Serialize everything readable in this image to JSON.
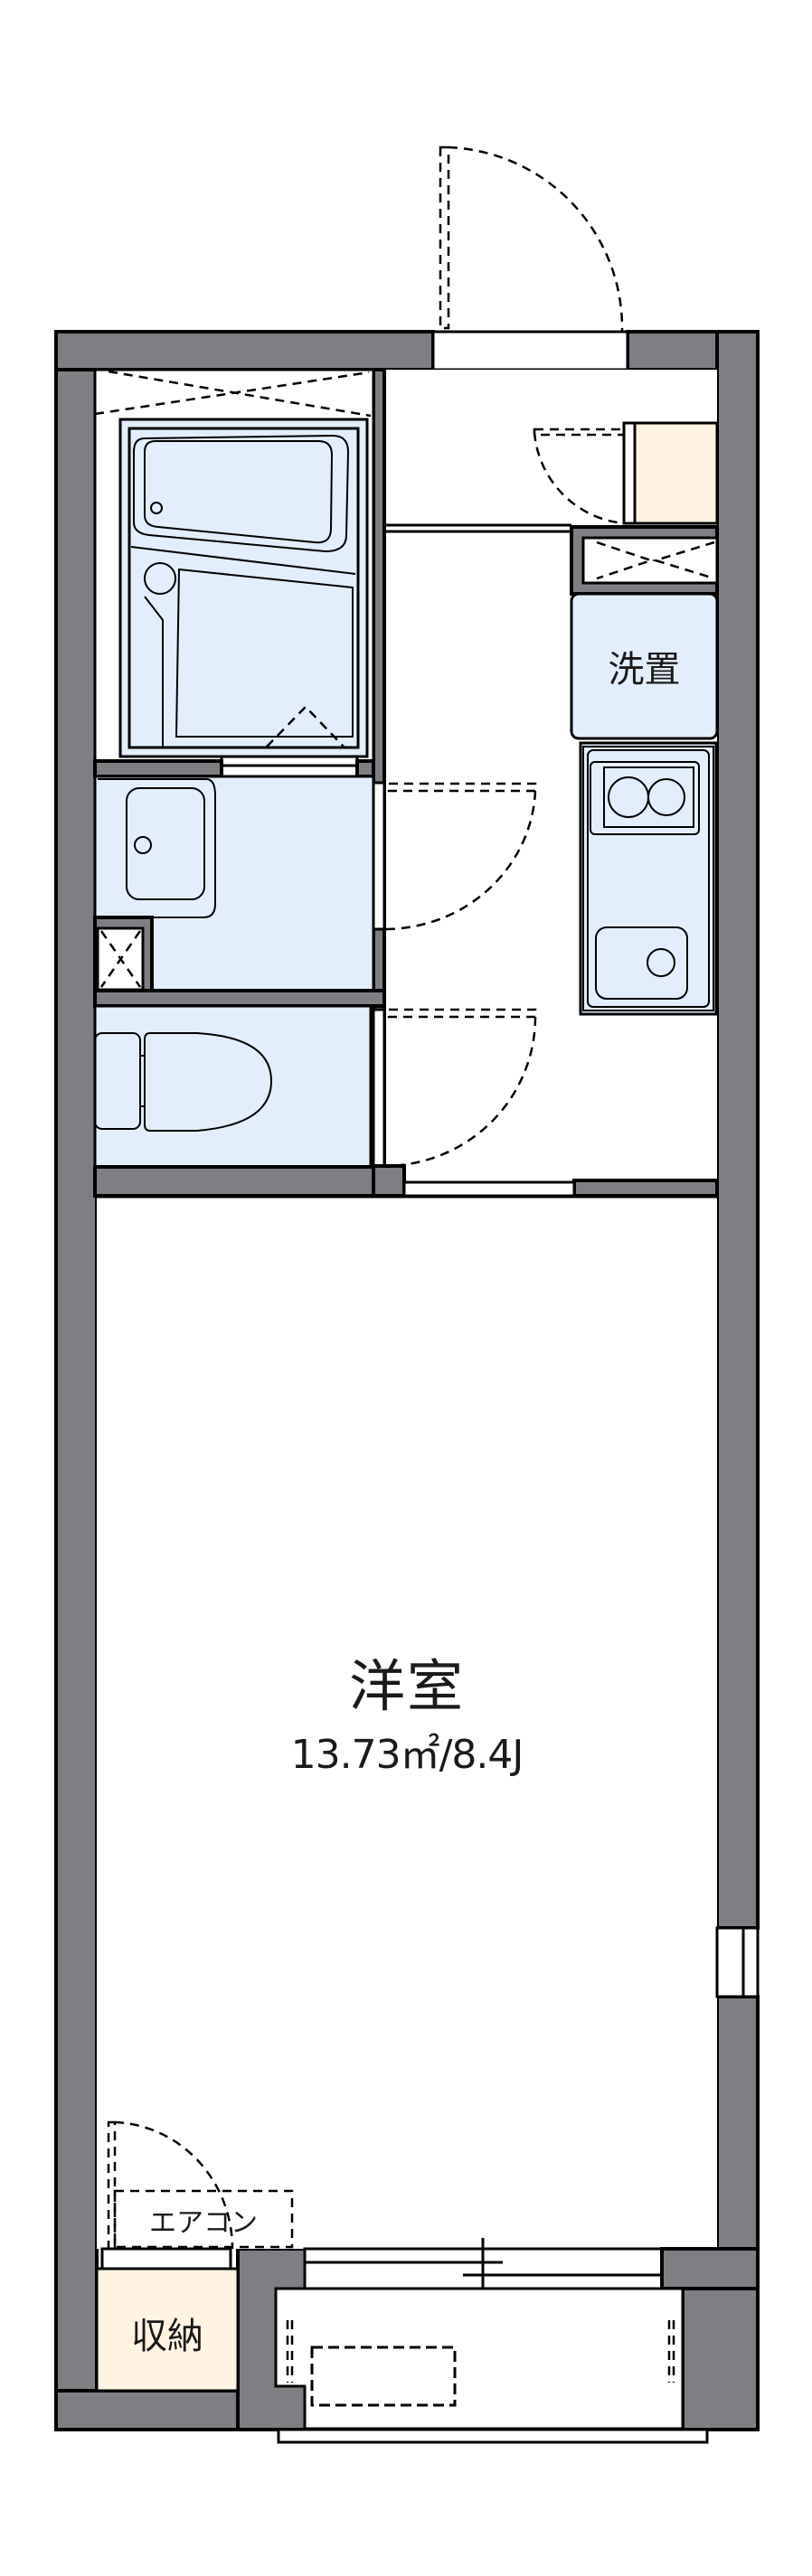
{
  "floor_plan": {
    "colors": {
      "wall": "#7f7e83",
      "wet_area": "#e3eefc",
      "storage": "#fff4e2",
      "line": "#000000",
      "background": "#ffffff"
    },
    "rooms": {
      "main_room": {
        "name": "洋室",
        "area": "13.73㎡/8.4J"
      },
      "washer": {
        "label": "洗置"
      },
      "storage": {
        "label": "収納"
      },
      "air_conditioner": {
        "label": "エアコン"
      }
    },
    "fixtures": [
      "entrance-door",
      "shoe-cabinet",
      "unit-bath",
      "washbasin",
      "toilet",
      "kitchen-stove-2-burner",
      "kitchen-sink",
      "washing-machine-space",
      "closet",
      "balcony",
      "sliding-window",
      "ac-outdoor-unit"
    ]
  }
}
